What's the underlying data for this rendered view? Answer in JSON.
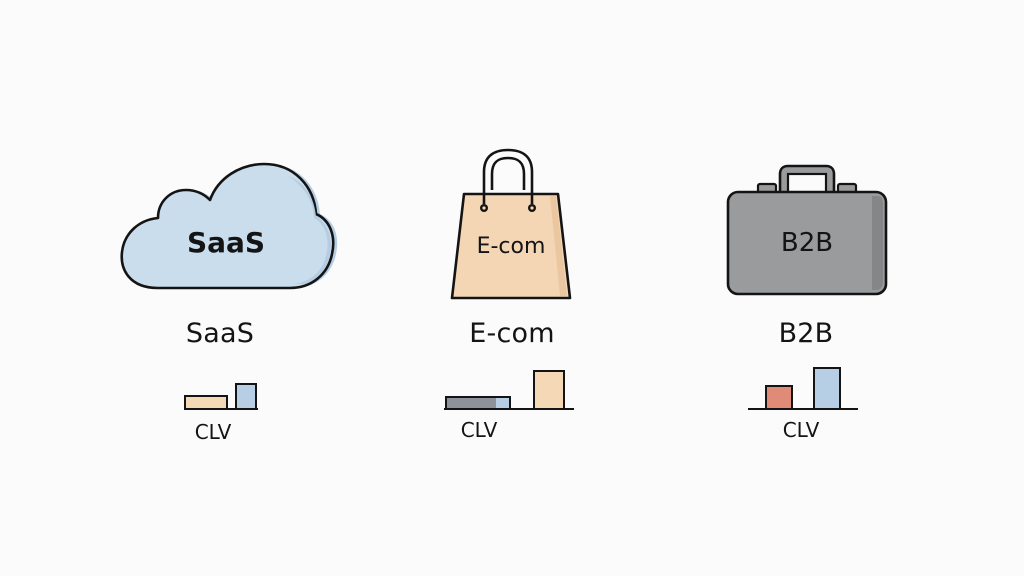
{
  "segments": [
    {
      "id": "saas",
      "icon": "cloud-icon",
      "icon_text": "SaaS",
      "label": "SaaS",
      "metric_label": "CLV",
      "icon_color": "#c9dced",
      "mini_chart": {
        "type": "bar",
        "bars": [
          {
            "value": 1,
            "color": "#f5d8b6"
          },
          {
            "value": 2,
            "color": "#b7cfe4"
          }
        ]
      }
    },
    {
      "id": "ecom",
      "icon": "shopping-bag-icon",
      "icon_text": "E-com",
      "label": "E-com",
      "metric_label": "CLV",
      "icon_color": "#f4d6b5",
      "mini_chart": {
        "type": "bar",
        "bars": [
          {
            "value": 1,
            "color": "#8e939b"
          },
          {
            "value": 3,
            "color": "#f5d8b6"
          }
        ]
      }
    },
    {
      "id": "b2b",
      "icon": "briefcase-icon",
      "icon_text": "B2B",
      "label": "B2B",
      "metric_label": "CLV",
      "icon_color": "#9a9b9d",
      "mini_chart": {
        "type": "bar",
        "bars": [
          {
            "value": 2,
            "color": "#e08b78"
          },
          {
            "value": 3,
            "color": "#b7cfe4"
          }
        ]
      }
    }
  ]
}
